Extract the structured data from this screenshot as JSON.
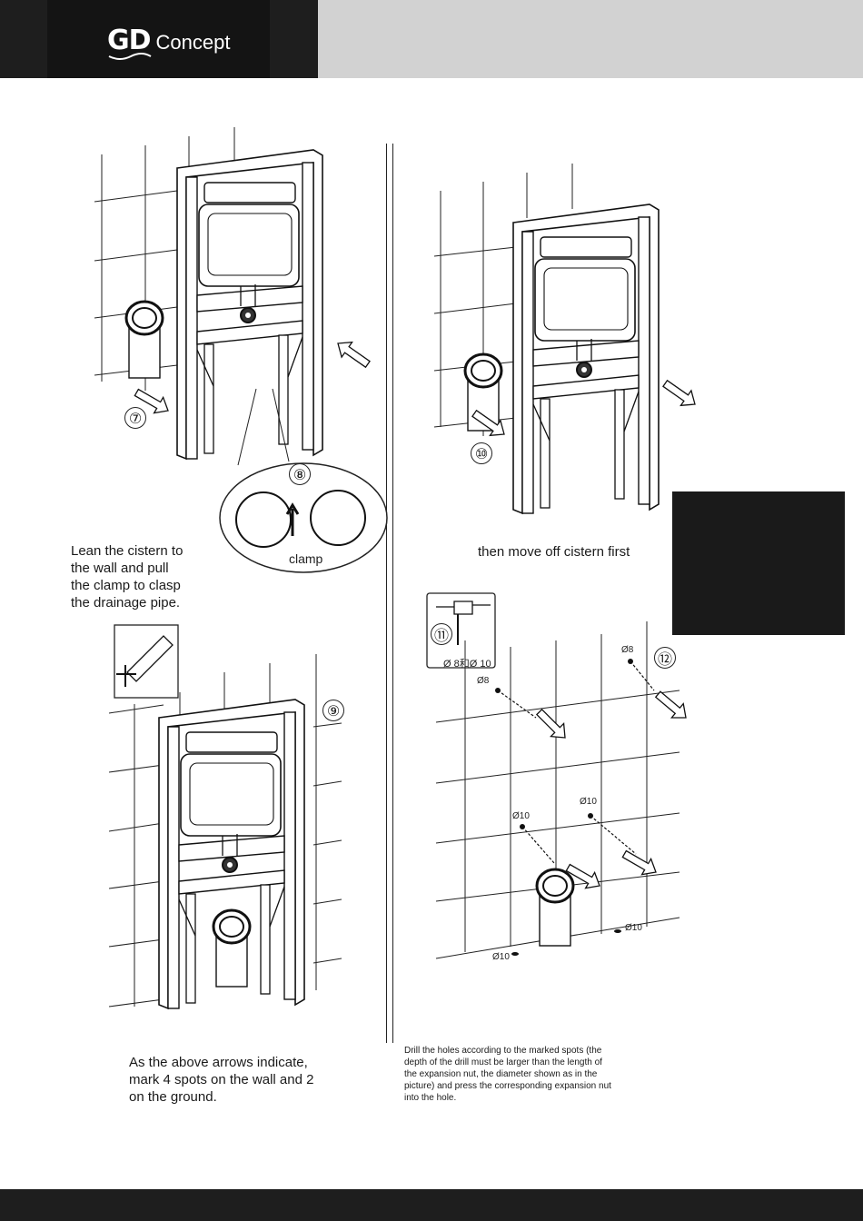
{
  "header": {
    "logo_mark": "GD",
    "logo_word": "Concept"
  },
  "steps": {
    "s7": "⑦",
    "s8": "⑧",
    "s9": "⑨",
    "s10": "⑩",
    "s11": "⑪",
    "s12": "⑫"
  },
  "labels": {
    "clamp": "clamp",
    "drill_sizes": "Ø 8和Ø 10",
    "d8_a": "Ø8",
    "d8_b": "Ø8",
    "d10_a": "Ø10",
    "d10_b": "Ø10",
    "d10_c": "Ø10",
    "d10_d": "Ø10"
  },
  "captions": {
    "step8": "Lean the cistern to\nthe wall and pull\nthe clamp to clasp\nthe drainage pipe.",
    "step10": "then move off cistern first",
    "step9": "As the above arrows indicate,\nmark 4 spots on the wall and 2\non the ground.",
    "step12": "Drill the holes according to the marked spots (the\ndepth of the drill must be larger than the length of\nthe expansion nut, the diameter shown as in the\npicture) and press the corresponding expansion nut\ninto the hole."
  }
}
